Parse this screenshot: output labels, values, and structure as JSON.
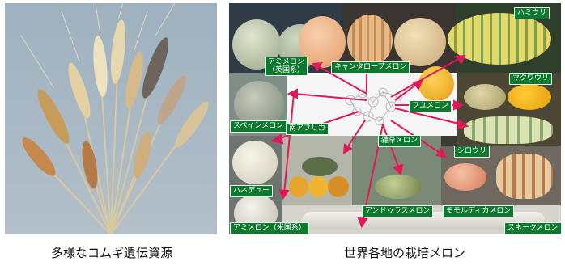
{
  "captions": {
    "left": "多様なコムギ遺伝資源",
    "right": "世界各地の栽培メロン"
  },
  "labels": {
    "hamiuri": "ハミウリ",
    "amimelon_eikoku": "アミメロン\n（英国系）",
    "cantaloupe": "キャンタロープメロン",
    "makuwauri": "マクワウリ",
    "fuyumelon": "フユメロン",
    "spain": "スペインメロン",
    "minami_africa": "南アフリカ",
    "zassou": "雑草メロン",
    "shirouri": "シロウリ",
    "honeydew": "ハネデュー",
    "andorus": "アンドゥラスメロン",
    "momordica": "モモルディカメロン",
    "amimelon_beikoku": "アミメロン（米国系）",
    "snake": "スネークメロン"
  },
  "colors": {
    "label_bg": "#0b7a2e",
    "arrow": "#e2185b"
  }
}
